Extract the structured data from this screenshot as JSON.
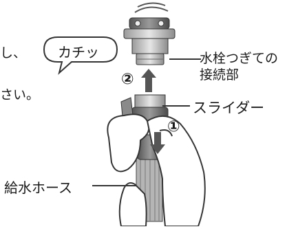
{
  "body_text": {
    "fragment_1": "し、",
    "fragment_2": "さい。"
  },
  "speech_bubble": "カチッ",
  "steps": {
    "step_1": "①",
    "step_2": "②"
  },
  "callouts": {
    "faucet_connector": [
      "水栓つぎての",
      "接続部"
    ],
    "slider": "スライダー",
    "water_hose": "給水ホース"
  }
}
